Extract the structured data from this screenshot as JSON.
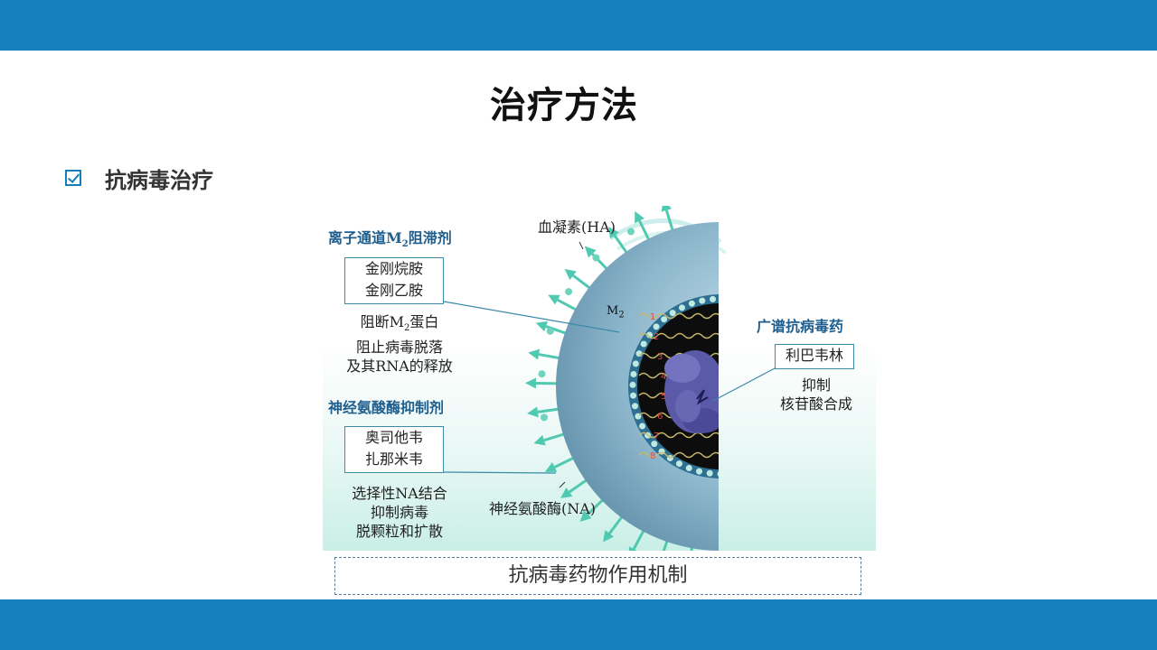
{
  "slide": {
    "title": "治疗方法",
    "bullet": "抗病毒治疗",
    "caption": "抗病毒药物作用机制"
  },
  "figure": {
    "m2_header_main": "离子通道M",
    "m2_header_sub": "2",
    "m2_header_tail": "阻滞剂",
    "m2_drugs": [
      "金刚烷胺",
      "金刚乙胺"
    ],
    "m2_desc_line1_main": "阻断M",
    "m2_desc_line1_sub": "2",
    "m2_desc_line1_tail": "蛋白",
    "m2_desc_line2": "阻止病毒脱落",
    "m2_desc_line3": "及其RNA的释放",
    "na_header": "神经氨酸酶抑制剂",
    "na_drugs": [
      "奥司他韦",
      "扎那米韦"
    ],
    "na_desc": [
      "选择性NA结合",
      "抑制病毒",
      "脱颗粒和扩散"
    ],
    "broad_header": "广谱抗病毒药",
    "broad_drug": "利巴韦林",
    "broad_desc": [
      "抑制",
      "核苷酸合成"
    ],
    "ha_label": "血凝素(HA)",
    "na_label": "神经氨酸酶(NA)",
    "m2_label_main": "M",
    "m2_label_sub": "2",
    "segment_numbers": [
      "1",
      "2",
      "3",
      "4",
      "5",
      "6",
      "7",
      "8"
    ]
  },
  "colors": {
    "bar": "#147fba",
    "header_text": "#1e5e8e",
    "spike": "#4fc9b0",
    "virion": "#7ba7bf",
    "core": "#111111",
    "rna": "#5b5aa8"
  }
}
